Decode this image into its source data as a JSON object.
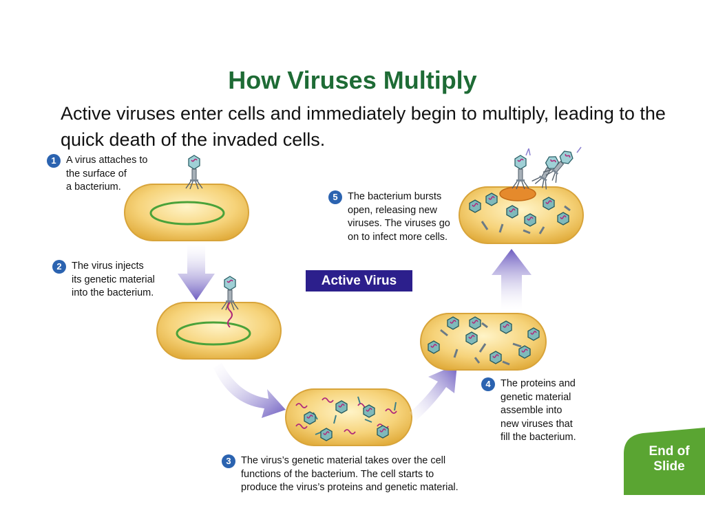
{
  "title": "How Viruses Multiply",
  "subtitle": "Active viruses enter cells and immediately begin to multiply, leading to the quick death of the invaded cells.",
  "badge": "Active Virus",
  "steps": [
    {
      "num": "1",
      "text": "A virus attaches to\nthe surface of\na bacterium."
    },
    {
      "num": "2",
      "text": "The virus injects\nits genetic material\ninto the bacterium."
    },
    {
      "num": "3",
      "text": "The virus’s genetic material takes over the cell\nfunctions of the bacterium. The cell starts to\nproduce the virus’s proteins and genetic material."
    },
    {
      "num": "4",
      "text": "The proteins and\ngenetic material\nassemble into\nnew viruses that\nfill the bacterium."
    },
    {
      "num": "5",
      "text": "The bacterium bursts\nopen, releasing new\nviruses. The viruses go\non to infect more cells."
    }
  ],
  "end_of_slide": "End of\nSlide",
  "colors": {
    "title": "#1e6b35",
    "badge": "#2c1f8c",
    "step_number": "#2b63b0",
    "cell": "#f3c95a",
    "arrow": "#8878c8",
    "end_tab": "#5aa532"
  }
}
